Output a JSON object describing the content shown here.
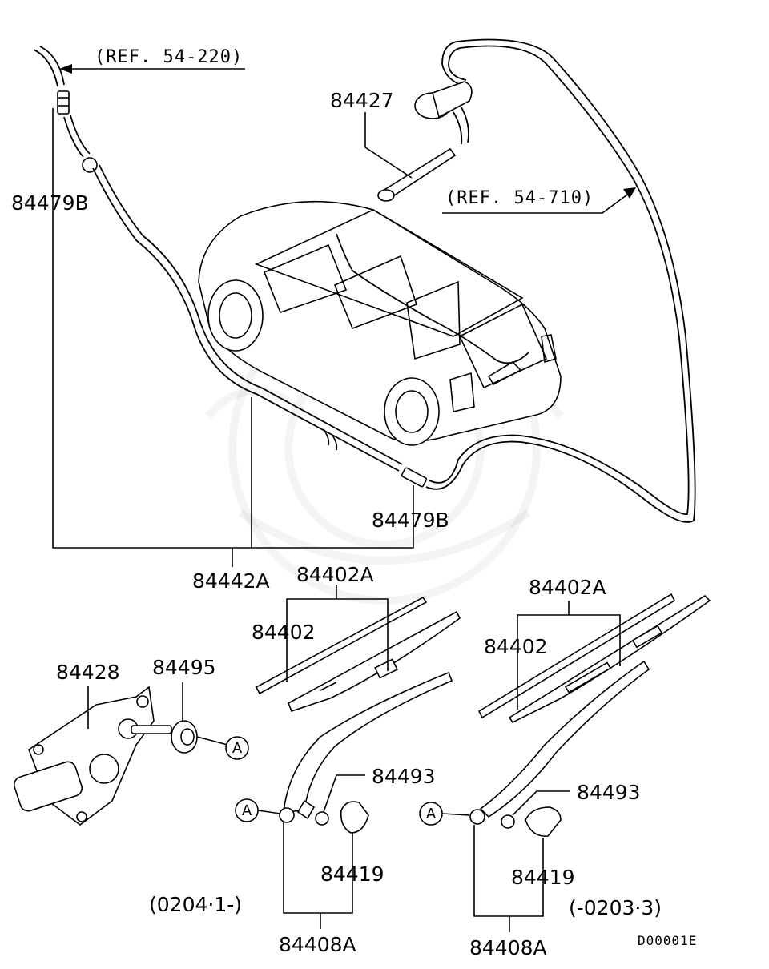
{
  "diagram": {
    "refs": {
      "ref_top": "(REF. 54-220)",
      "ref_right": "(REF. 54-710)"
    },
    "parts": {
      "p84427": "84427",
      "p84479b_top": "84479B",
      "p84479b_mid": "84479B",
      "p84442a": "84442A",
      "p84402a_left": "84402A",
      "p84402_left": "84402",
      "p84402a_right": "84402A",
      "p84402_right": "84402",
      "p84428": "84428",
      "p84495": "84495",
      "p84493_left": "84493",
      "p84493_right": "84493",
      "p84419_left": "84419",
      "p84419_right": "84419",
      "p84408a_left": "84408A",
      "p84408a_right": "84408A"
    },
    "callouts": {
      "a_motor": "A",
      "a_left_arm": "A",
      "a_right_arm": "A"
    },
    "dates": {
      "left": "(0204·1-)",
      "right": "(-0203·3)"
    },
    "drawing_code": "D00001E"
  }
}
